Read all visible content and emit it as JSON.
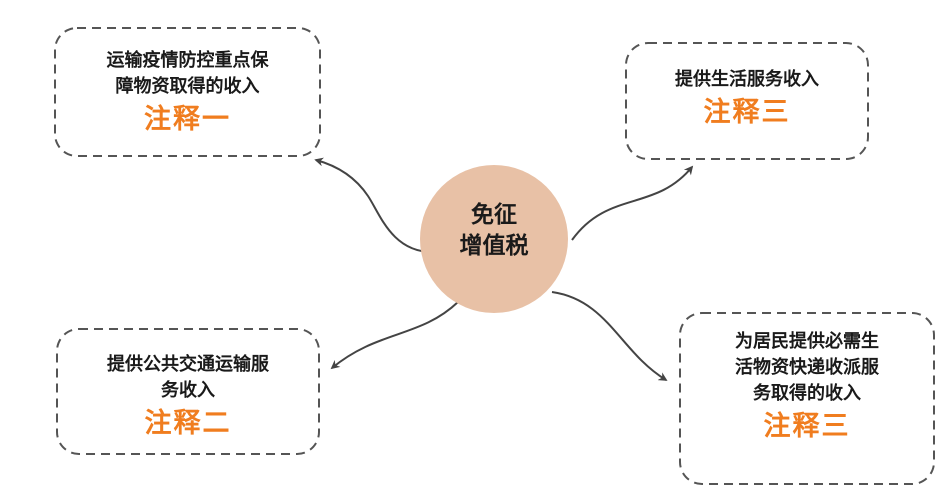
{
  "center": {
    "line1": "免征",
    "line2": "增值税"
  },
  "items": [
    {
      "desc_lines": [
        "运输疫情防控重点保",
        "障物资取得的收入"
      ],
      "note": "注释一"
    },
    {
      "desc_lines": [
        "提供生活服务收入"
      ],
      "note": "注释三"
    },
    {
      "desc_lines": [
        "提供公共交通运输服",
        "务收入"
      ],
      "note": "注释二"
    },
    {
      "desc_lines": [
        "为居民提供必需生",
        "活物资快递收派服",
        "务取得的收入"
      ],
      "note": "注释三"
    }
  ],
  "colors": {
    "center_fill": "#e8c1a6",
    "note_text": "#f07d1f",
    "border": "#555555",
    "arrow": "#444444"
  }
}
